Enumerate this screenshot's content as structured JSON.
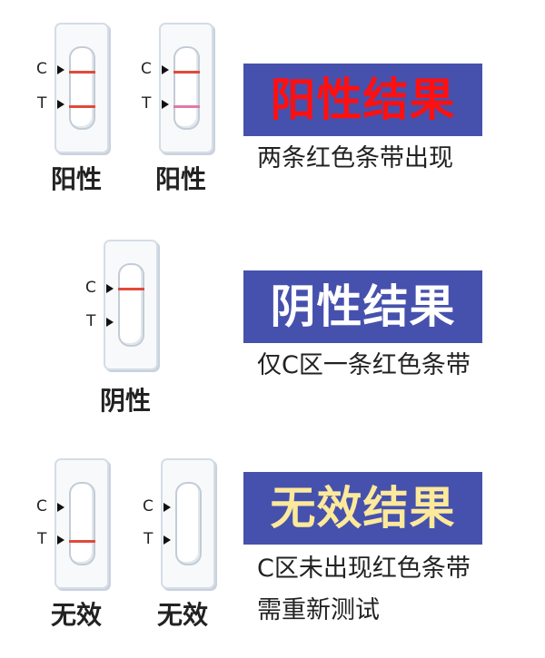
{
  "colors": {
    "banner": "#4651ad",
    "positive_title": "#ff1010",
    "negative_title": "#ffffff",
    "invalid_title": "#fde99a",
    "line_red": "#e04a3a",
    "line_faint": "#e07aa8"
  },
  "cassette_labels": {
    "c": "C",
    "t": "T"
  },
  "positive": {
    "title": "阳性结果",
    "desc": "两条红色条带出现",
    "cassettes": [
      {
        "label": "阳性",
        "c_line": "red",
        "t_line": "red"
      },
      {
        "label": "阳性",
        "c_line": "red",
        "t_line": "faint"
      }
    ]
  },
  "negative": {
    "title": "阴性结果",
    "desc": "仅C区一条红色条带",
    "cassettes": [
      {
        "label": "阴性",
        "c_line": "red",
        "t_line": "none"
      }
    ]
  },
  "invalid": {
    "title": "无效结果",
    "desc": [
      "C区未出现红色条带",
      "需重新测试"
    ],
    "cassettes": [
      {
        "label": "无效",
        "c_line": "none",
        "t_line": "red"
      },
      {
        "label": "无效",
        "c_line": "none",
        "t_line": "none"
      }
    ]
  }
}
